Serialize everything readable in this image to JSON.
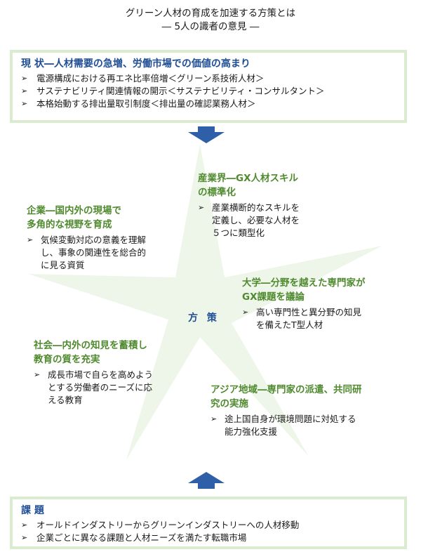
{
  "title": {
    "line1": "グリーン人材の育成を加速する方策とは",
    "line2": "― 5人の識者の意見 ―"
  },
  "current": {
    "heading": "現 状―人材需要の急増、労働市場での価値の高まり",
    "items": [
      "電源構成における再エネ比率倍増＜グリーン系技術人材＞",
      "サステナビリティ関連情報の開示＜サステナビリティ・コンサルタント＞",
      "本格始動する排出量取引制度＜排出量の確認業務人材＞"
    ]
  },
  "center_label": "方 策",
  "industry": {
    "heading_l1": "産業界―GX人材スキル",
    "heading_l2": "の標準化",
    "item_l1": "産業横断的なスキルを",
    "item_l2": "定義し、必要な人材を",
    "item_l3": "５つに類型化"
  },
  "company": {
    "heading_l1": "企業―国内外の現場で",
    "heading_l2": "多角的な視野を育成",
    "item_l1": "気候変動対応の意義を理解",
    "item_l2": "し、事象の関連性を総合的",
    "item_l3": "に見る資質"
  },
  "university": {
    "heading_l1": "大学―分野を越えた専門家が",
    "heading_l2": "GX課題を議論",
    "item_l1": "高い専門性と異分野の知見",
    "item_l2": "を備えたT型人材"
  },
  "society": {
    "heading_l1": "社会―内外の知見を蓄積し",
    "heading_l2": "教育の質を充実",
    "item_l1": "成長市場で自らを高めよう",
    "item_l2": "とする労働者のニーズに応",
    "item_l3": "える教育"
  },
  "asia": {
    "heading_l1": "アジア地域―専門家の派遣、共同研",
    "heading_l2": "究の実施",
    "item_l1": "途上国自身が環境問題に対処する",
    "item_l2": "能力強化支援"
  },
  "issues": {
    "heading": "課 題",
    "items": [
      "オールドインダストリーからグリーンインダストリーへの人材移動",
      "企業ごとに異なる課題と人材ニーズを満たす転職市場"
    ]
  },
  "bullet_marker": "➢",
  "colors": {
    "box_border": "#d9ecd0",
    "heading_blue": "#1f4e94",
    "heading_green": "#4f8a2e",
    "arrow_blue": "#2e5fa8",
    "star_fill": "#eef6ea"
  }
}
